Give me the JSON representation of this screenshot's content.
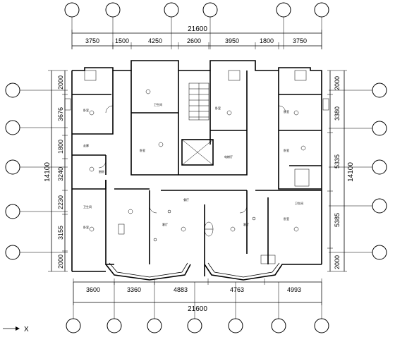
{
  "drawing": {
    "top_total": "21600",
    "bottom_total": "21600",
    "left_total": "14100",
    "right_total": "14100",
    "axis_label": "X"
  },
  "dims": {
    "top": [
      "3750",
      "1500",
      "4250",
      "2600",
      "3950",
      "1800",
      "3750"
    ],
    "bottom": [
      "3600",
      "3360",
      "4883",
      "4763",
      "4993"
    ],
    "left": [
      "2000",
      "3676",
      "1800",
      "3240",
      "2230",
      "3155",
      "2000"
    ],
    "right": [
      "2000",
      "3380",
      "5335",
      "5385",
      "2000"
    ]
  },
  "rooms": {
    "a": "卧室",
    "b": "客厅",
    "c": "卫生间",
    "d": "走廊",
    "e": "电梯厅",
    "f": "厨房",
    "g": "餐厅"
  }
}
